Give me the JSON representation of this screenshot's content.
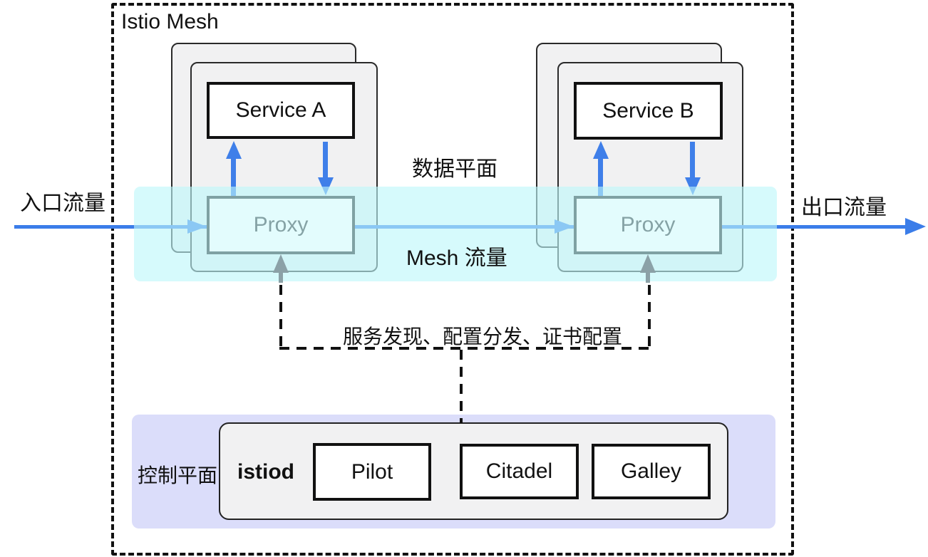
{
  "title": "Istio Mesh",
  "traffic": {
    "ingress": "入口流量",
    "egress": "出口流量",
    "data_plane": "数据平面",
    "mesh_traffic": "Mesh 流量"
  },
  "service_a": {
    "label": "Service A",
    "proxy_label": "Proxy"
  },
  "service_b": {
    "label": "Service B",
    "proxy_label": "Proxy"
  },
  "control_plane": {
    "label": "控制平面",
    "istiod_label": "istiod",
    "components": [
      "Pilot",
      "Citadel",
      "Galley"
    ],
    "link_label": "服务发现、配置分发、证书配置"
  },
  "colors": {
    "flow_blue": "#3b7de9",
    "flow_blue_light": "#8bcaf4",
    "vertical_arrow_blue": "#3f7fe9",
    "band_cyan": "#d6fbfc",
    "control_plane_purple": "#dbddfa",
    "proxy_border_teal": "#7fa1a3",
    "gray_arrow": "#8ba1a7",
    "pod_gray": "#f1f1f2"
  }
}
